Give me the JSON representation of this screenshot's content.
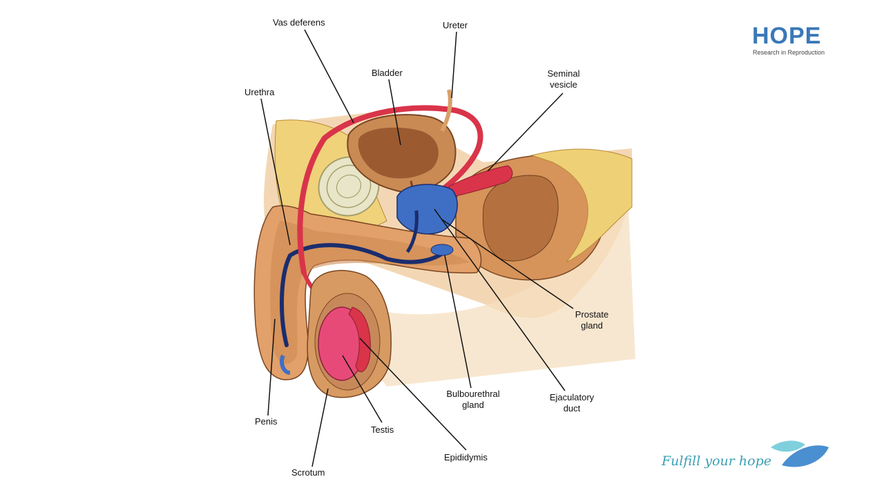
{
  "brand": {
    "name": "HOPE",
    "subtitle": "Research in Reproduction",
    "tagline": "Fulfill your hope",
    "primary_color": "#3a78b8",
    "accent_color": "#3a9fb4"
  },
  "diagram": {
    "labels": {
      "vas_deferens": "Vas deferens",
      "ureter": "Ureter",
      "bladder": "Bladder",
      "seminal_vesicle_1": "Seminal",
      "seminal_vesicle_2": "vesicle",
      "urethra": "Urethra",
      "prostate_1": "Prostate",
      "prostate_2": "gland",
      "bulbourethral_1": "Bulbourethral",
      "bulbourethral_2": "gland",
      "ejaculatory_1": "Ejaculatory",
      "ejaculatory_2": "duct",
      "penis": "Penis",
      "testis": "Testis",
      "epididymis": "Epididymis",
      "scrotum": "Scrotum"
    },
    "colors": {
      "skin": "#f2c79a",
      "fat": "#f0d27a",
      "muscle": "#c9894f",
      "organ": "#a8643a",
      "duct_red": "#d9344a",
      "gland_blue": "#3f6fc4",
      "testis_pink": "#e84a78"
    }
  }
}
